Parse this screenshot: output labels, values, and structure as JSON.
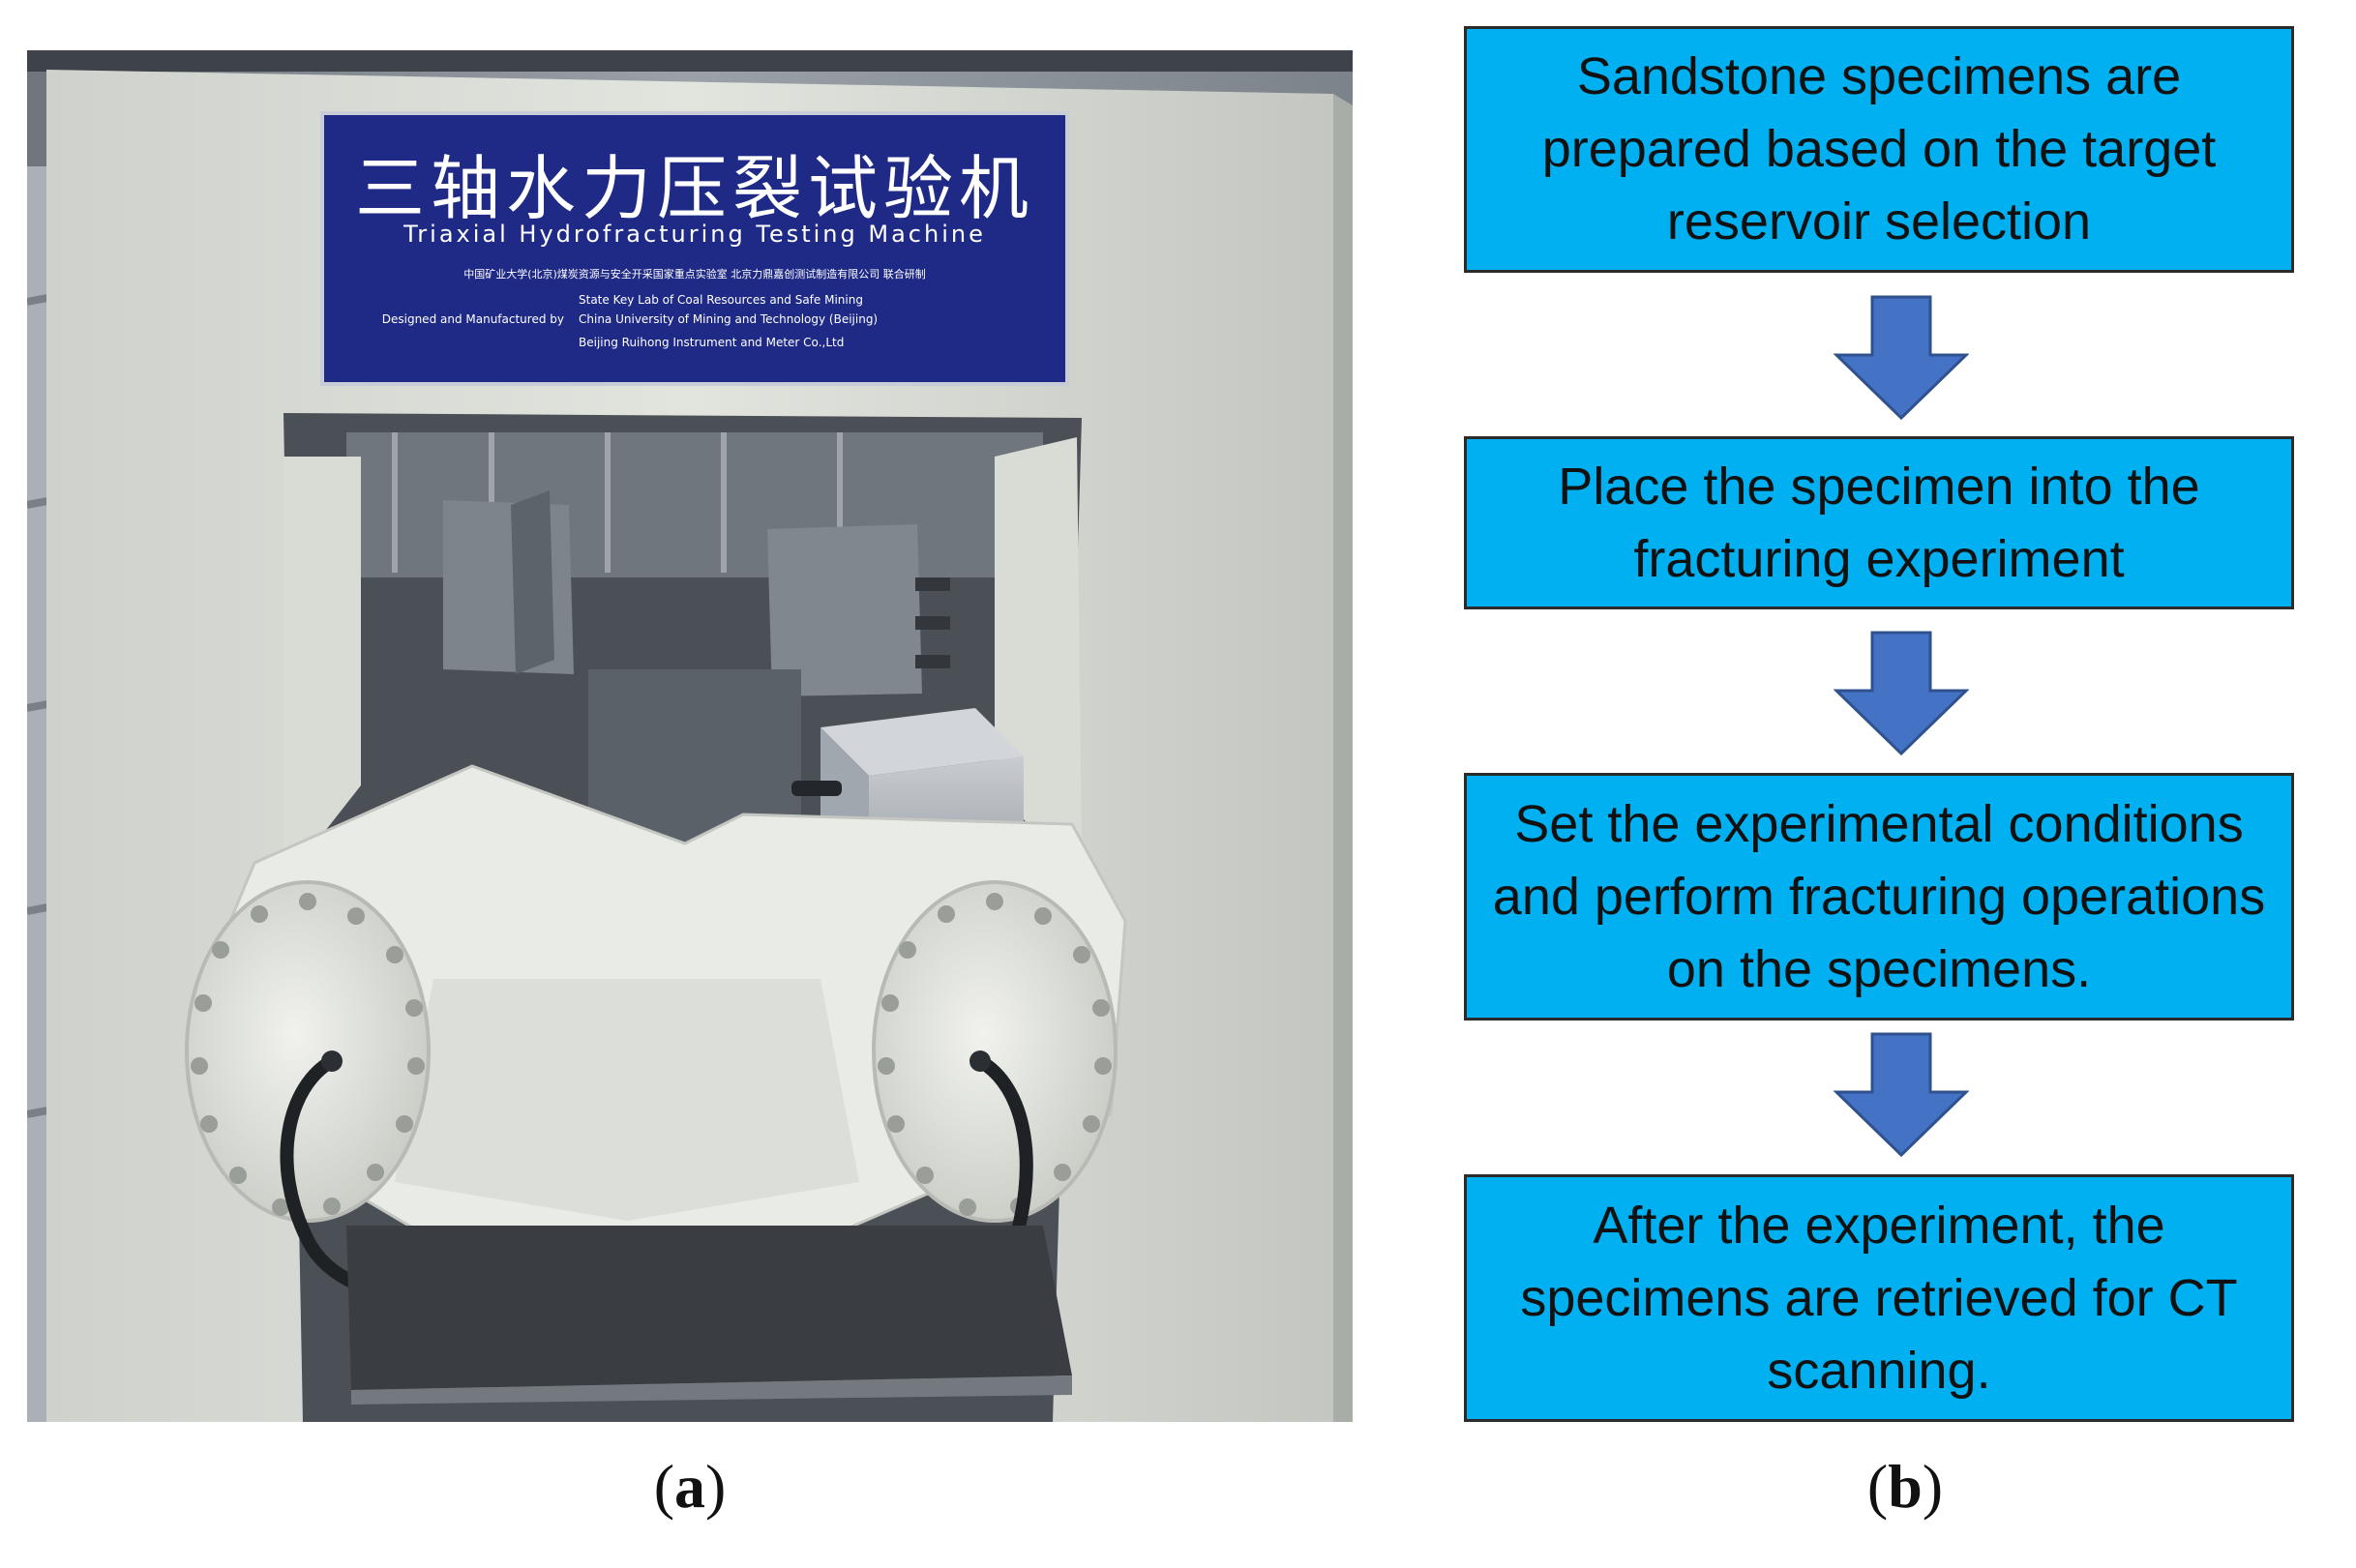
{
  "panel_a": {
    "caption_open": "(",
    "caption_letter": "a",
    "caption_close": ")",
    "photo": {
      "plate_title_cn": "三轴水力压裂试验机",
      "plate_title_en": "Triaxial Hydrofracturing Testing Machine",
      "plate_line_cn": "中国矿业大学(北京)煤炭资源与安全开采国家重点实验室  北京力鼎嘉创测试制造有限公司  联合研制",
      "plate_credit_label": "Designed and Manufactured by",
      "plate_credit_1": "State Key Lab of Coal Resources and Safe Mining",
      "plate_credit_2": "China University of Mining and Technology (Beijing)",
      "plate_credit_3": "Beijing Ruihong Instrument and Meter Co.,Ltd"
    }
  },
  "panel_b": {
    "caption_open": "(",
    "caption_letter": "b",
    "caption_close": ")",
    "steps": [
      "Sandstone specimens are prepared based on the target reservoir selection",
      "Place the specimen into the fracturing experiment",
      "Set the experimental conditions and perform fracturing operations on the specimens.",
      "After the experiment, the specimens are retrieved for CT scanning."
    ],
    "colors": {
      "box_fill": "#00b0f0",
      "box_border": "#2b2b2b",
      "arrow_fill": "#4472c4",
      "arrow_stroke": "#2f528f"
    }
  }
}
